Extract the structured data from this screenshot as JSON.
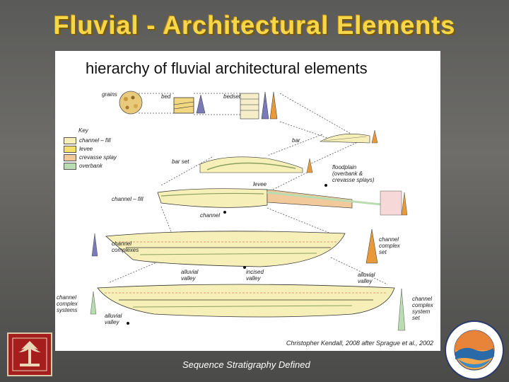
{
  "slide": {
    "title": "Fluvial -  Architectural Elements",
    "caption": "Sequence Stratigraphy Defined"
  },
  "figure": {
    "title": "hierarchy of fluvial architectural elements",
    "credit": "Christopher Kendall, 2008 after Sprague et al., 2002",
    "labels": {
      "grains": "grains",
      "bed": "bed",
      "bedset": "bedset",
      "bar": "bar",
      "bar_set": "bar set",
      "floodplain": "floodplain\n(overbank &\ncrevasse splays)",
      "levee": "levee",
      "channel_fill": "channel – fill",
      "channel": "channel",
      "channel_complexes": "channel\ncomplexes",
      "channel_complex_set": "channel\ncomplex\nset",
      "alluvial_valley_1": "alluvial\nvalley",
      "incised_valley": "incised\nvalley",
      "alluvial_valley_2": "alluvial\nvalley",
      "channel_complex_systems": "channel\ncomplex\nsystems",
      "alluvial_valley_3": "alluvial\nvalley",
      "channel_complex_system_set": "channel\ncomplex\nsystem\nset"
    },
    "key": {
      "title": "Key",
      "items": [
        {
          "label": "channel – fill",
          "color": "#f6f0b8"
        },
        {
          "label": "levee",
          "color": "#f3df6a"
        },
        {
          "label": "crevasse splay",
          "color": "#f2c99a"
        },
        {
          "label": "overbank",
          "color": "#b9ddb0"
        }
      ]
    }
  },
  "colors": {
    "title": "#f7d74a",
    "channel_fill": "#f6f0b8",
    "levee": "#f3df6a",
    "crevasse": "#f2c99a",
    "overbank": "#b9ddb0",
    "logo_red": "#a51d1d"
  }
}
